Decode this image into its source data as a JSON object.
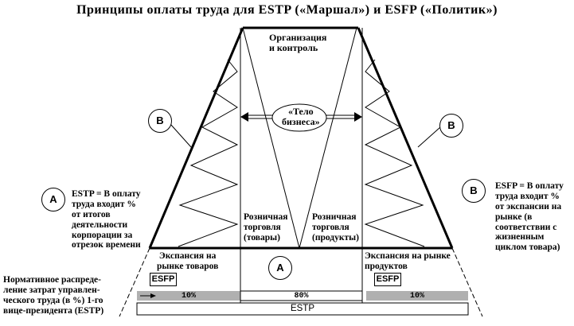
{
  "title": "Принципы оплаты труда для ESTP («Маршал») и ESFP («Политик»)",
  "apex_label": "Организация\nи контроль",
  "core_label": "«Тело\nбизнеса»",
  "retail_goods": "Розничная\nторговля\n(товары)",
  "retail_products": "Розничная\nторговля\n(продукты)",
  "expansion_goods": "Экспансия на\nрынке товаров",
  "expansion_products": "Экспансия на рынке\nпродуктов",
  "marker_a": "A",
  "marker_b": "B",
  "estp_desc": "ESTP = В оплату\nтруда входит %\nот итогов\nдеятельности\nкорпорации за\nотрезок времени",
  "esfp_desc": "ESFP = В оплату\nтруда входит %\nот экспансии на\nрынке (в\nсоответствии с\nжизненным\nциклом товара)",
  "norm_desc": "Нормативное распреде-\nление затрат управлен-\nческого труда (в %) 1-го\nвице-президента (ESTP)",
  "esfp_tag": "ESFP",
  "estp_tag": "ESTP",
  "bar": {
    "left_pct": "10%",
    "mid_pct": "80%",
    "right_pct": "10%"
  },
  "colors": {
    "line": "#000000",
    "bar_gray": "#b0b0b0"
  }
}
